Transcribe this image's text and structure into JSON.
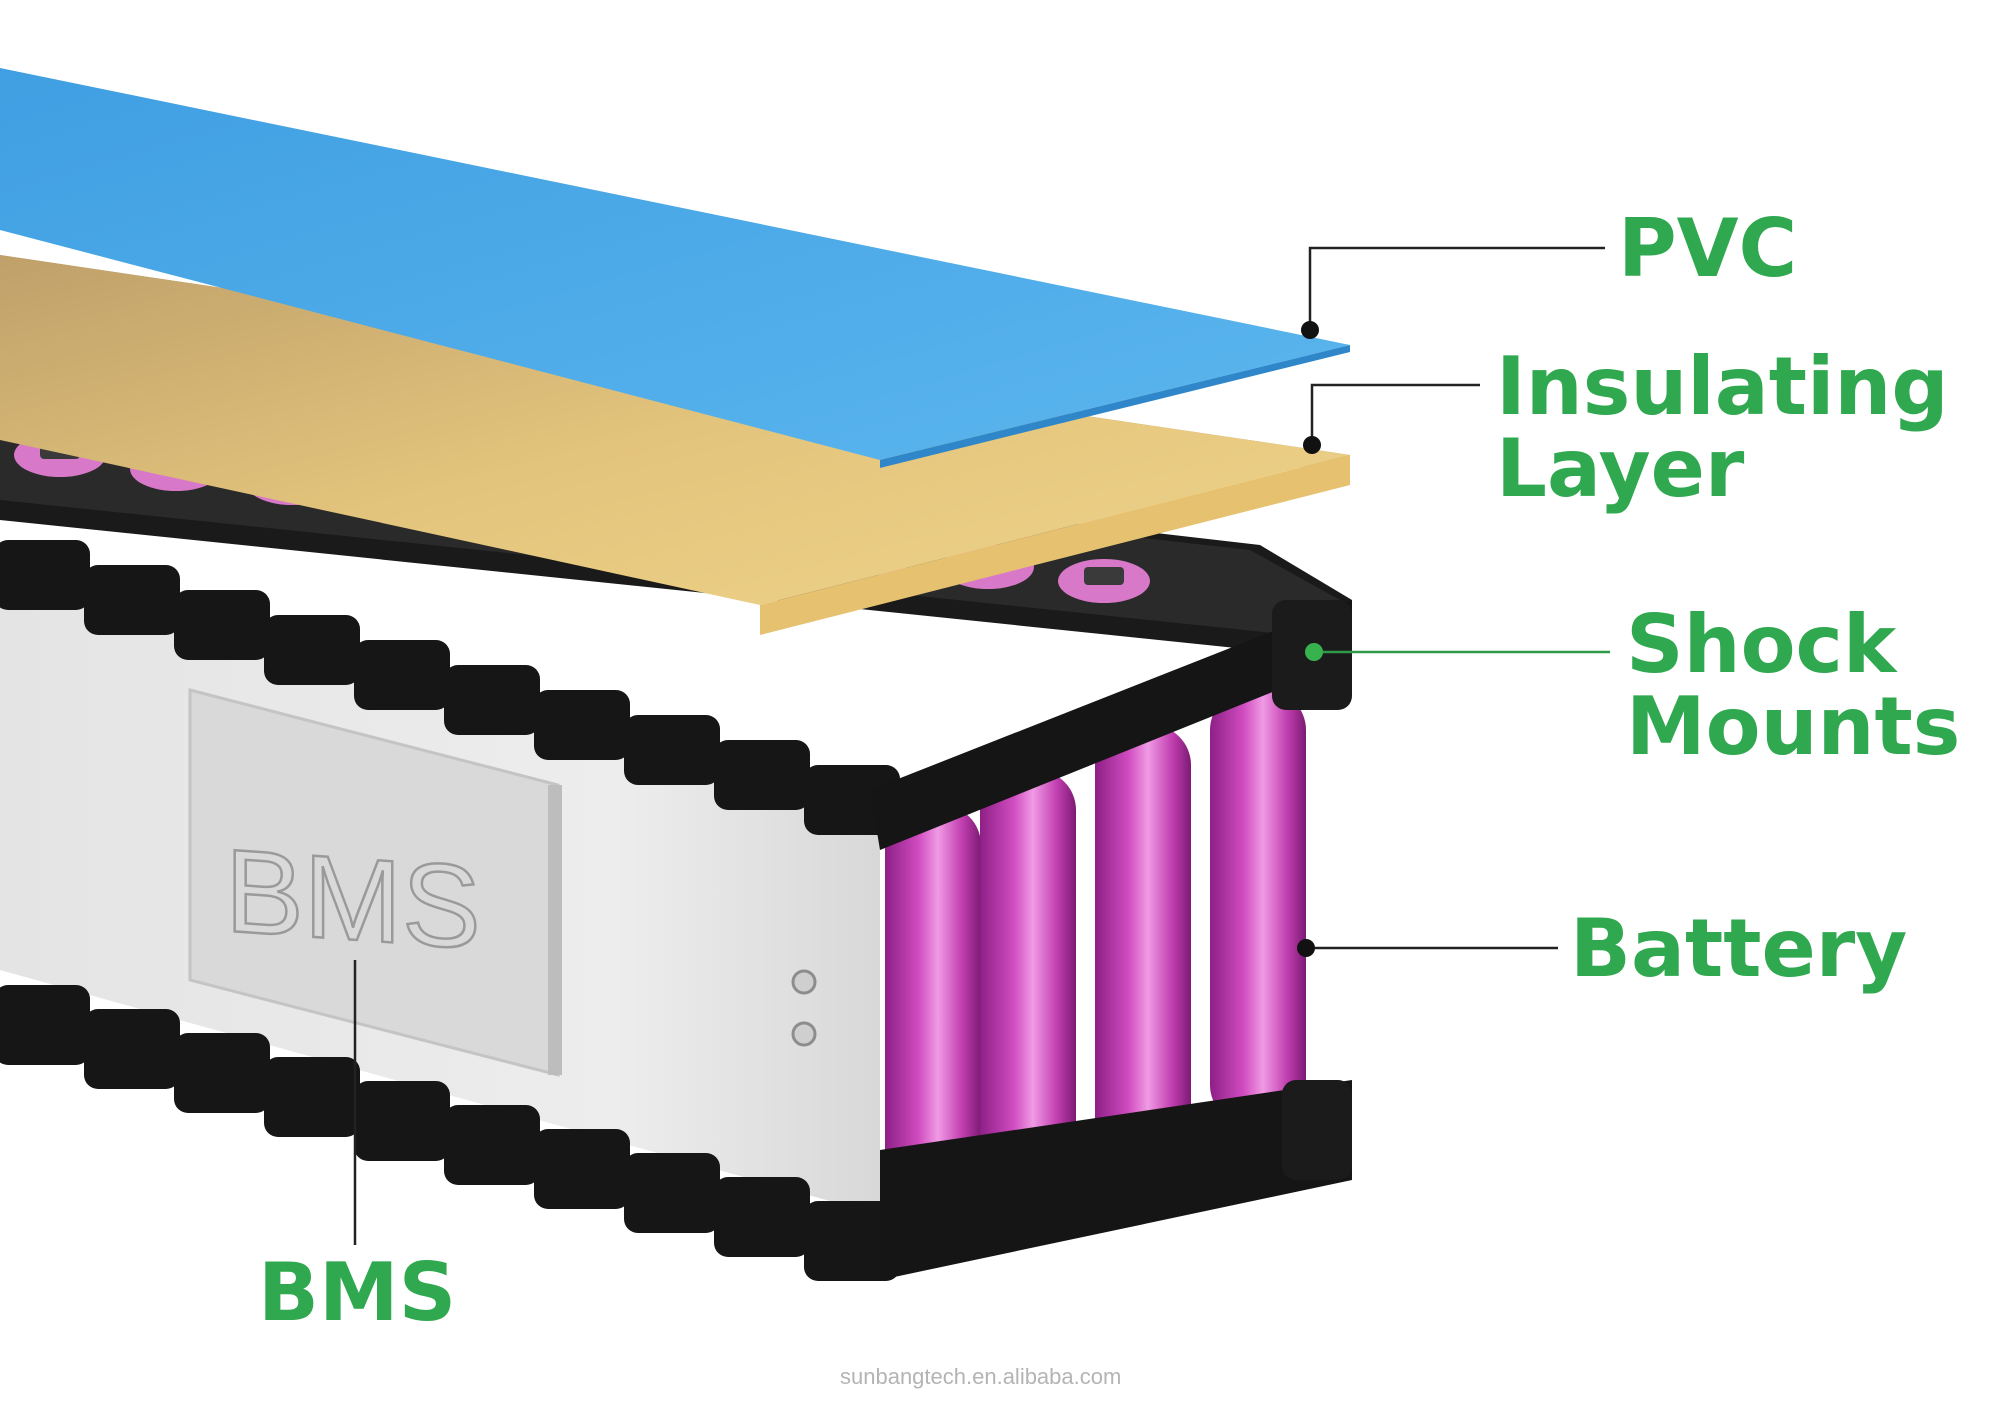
{
  "colors": {
    "label_green": "#2fa84f",
    "pvc_blue": "#4aa8e6",
    "insulating_yellow": "#e7c873",
    "cell_pink": "#c83fb5",
    "holder_black": "#161616",
    "bms_plate": "#dedede",
    "watermark_grey": "#b4b4b4"
  },
  "labels": {
    "pvc": "PVC",
    "insulating_line1": "Insulating",
    "insulating_line2": "Layer",
    "shock_line1": "Shock",
    "shock_line2": "Mounts",
    "battery": "Battery",
    "bms": "BMS"
  },
  "bms_plate_text": "BMS",
  "watermark": "sunbangtech.en.alibaba.com"
}
